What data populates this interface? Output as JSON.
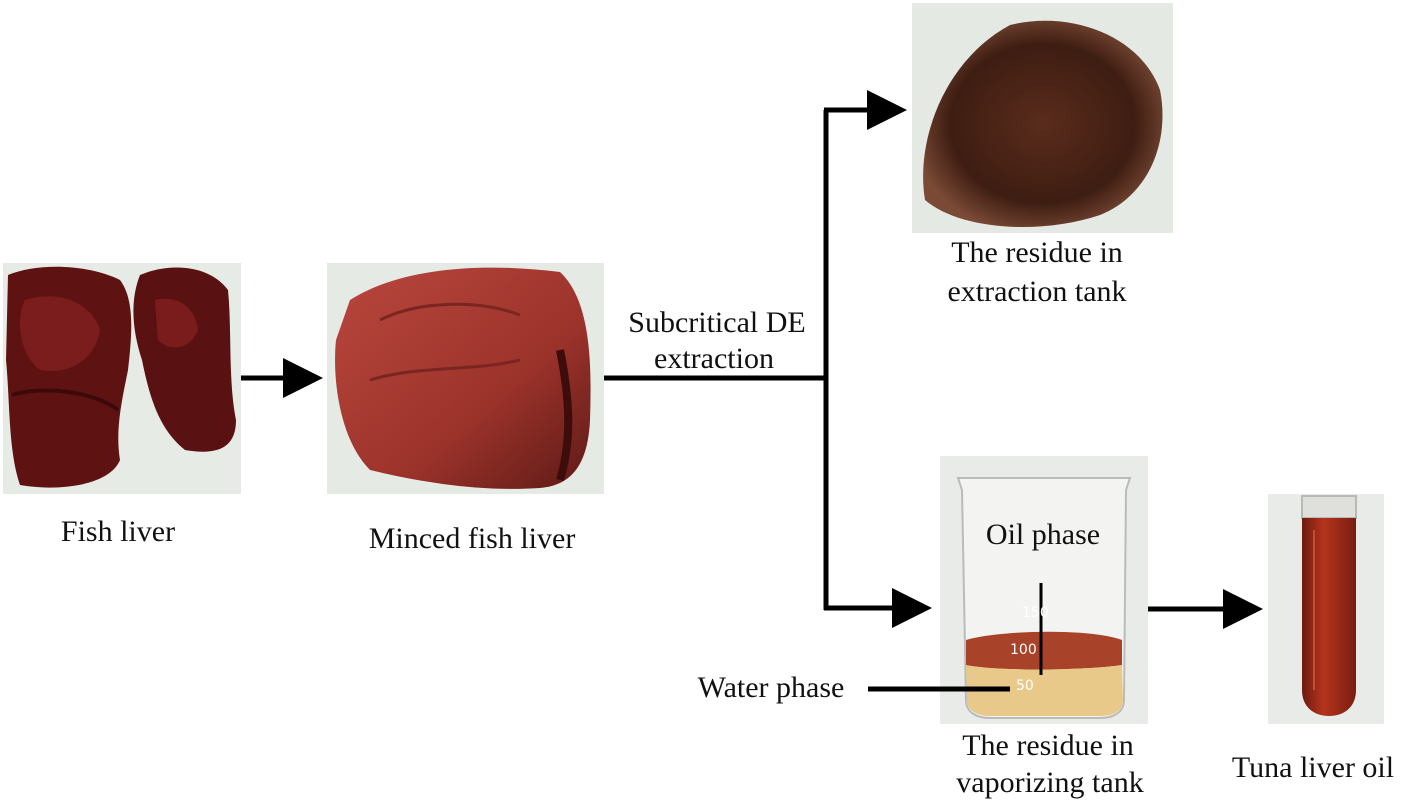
{
  "labels": {
    "fish_liver": "Fish liver",
    "minced_fish_liver": "Minced fish liver",
    "extraction_line1": "Subcritical DE",
    "extraction_line2": "extraction",
    "residue_extraction_line1": "The residue in",
    "residue_extraction_line2": "extraction tank",
    "oil_phase": "Oil phase",
    "water_phase": "Water phase",
    "residue_vaporizing_line1": "The residue in",
    "residue_vaporizing_line2": "vaporizing tank",
    "tuna_liver_oil": "Tuna liver oil"
  },
  "beaker_marks": {
    "mark_150": "150",
    "mark_100": "100",
    "mark_50": "50"
  },
  "colors": {
    "arrow": "#000000",
    "photo_background": "#e9ede8",
    "liver": "#6b1414",
    "minced": "#a83a32",
    "residue_powder": "#4a2418",
    "oil": "#a8432a",
    "water": "#e8c98a"
  }
}
